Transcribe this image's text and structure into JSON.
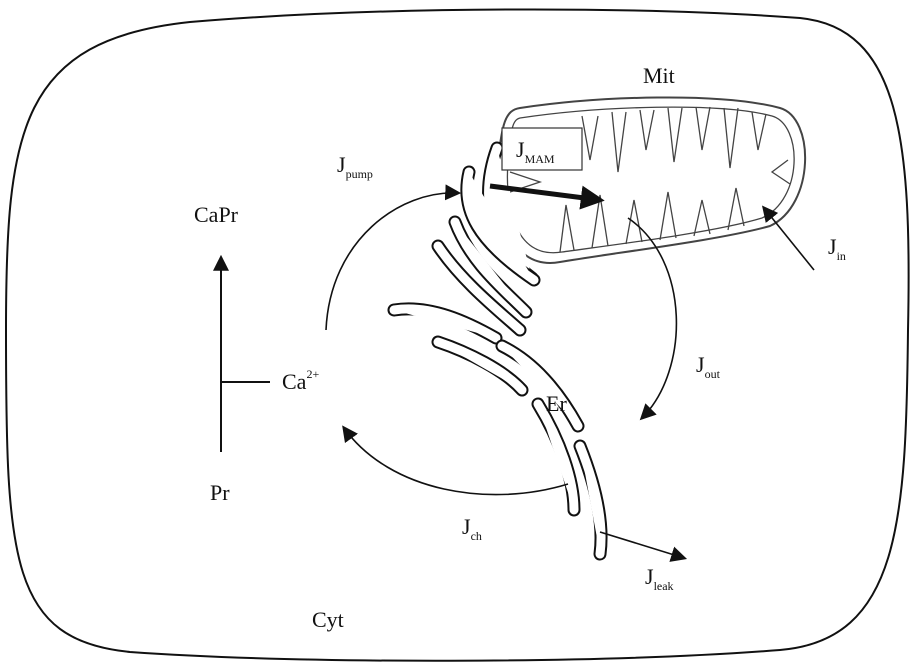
{
  "labels": {
    "mit": "Mit",
    "j_mam_main": "J",
    "j_mam_sub": "MAM",
    "j_pump_main": "J",
    "j_pump_sub": "pump",
    "capr": "CaPr",
    "j_in_main": "J",
    "j_in_sub": "in",
    "ca_main": "Ca",
    "ca_sup": "2+",
    "j_out_main": "J",
    "j_out_sub": "out",
    "er": "Er",
    "pr": "Pr",
    "j_ch_main": "J",
    "j_ch_sub": "ch",
    "j_leak_main": "J",
    "j_leak_sub": "leak",
    "cyt": "Cyt"
  },
  "colors": {
    "stroke": "#111111",
    "background": "#ffffff"
  }
}
